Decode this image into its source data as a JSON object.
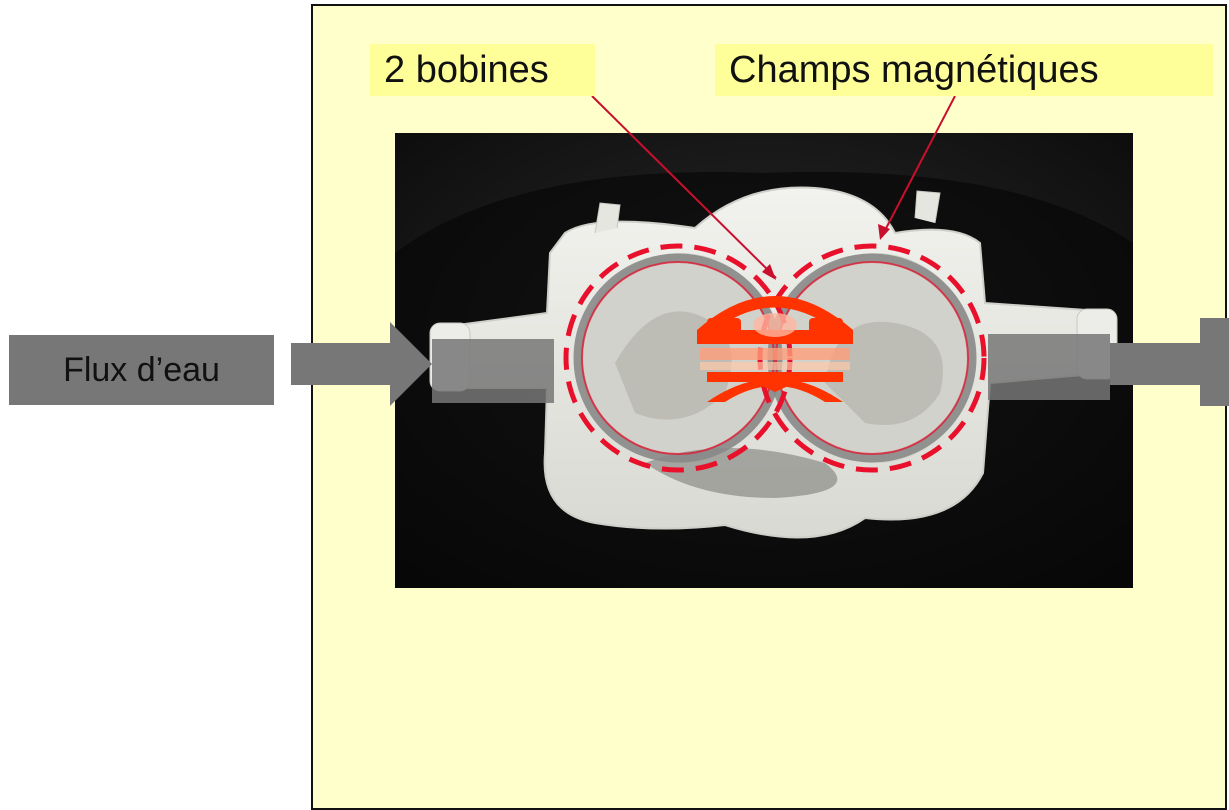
{
  "labels": {
    "coils": "2 bobines",
    "magnetic_fields": "Champs magnétiques",
    "water_flow": "Flux d’eau"
  },
  "colors": {
    "panel_background": "#ffffcc",
    "callout_background": "#ffff99",
    "arrow_gray": "#777777",
    "dashed_red": "#e8102a",
    "field_orange": "#ff3300"
  }
}
